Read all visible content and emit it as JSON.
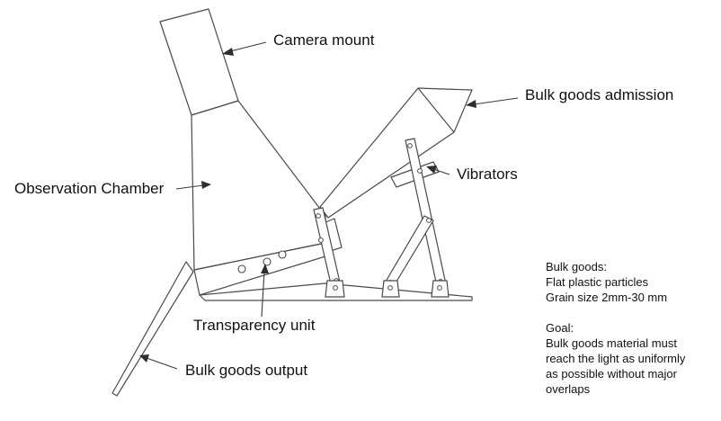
{
  "callouts": {
    "camera_mount": "Camera mount",
    "bulk_goods_admission": "Bulk goods admission",
    "vibrators": "Vibrators",
    "observation_chamber": "Observation Chamber",
    "transparency_unit": "Transparency unit",
    "bulk_goods_output": "Bulk goods output"
  },
  "notes": {
    "bulk_goods_heading": "Bulk goods:",
    "bulk_goods_lines": [
      "Flat plastic particles",
      "Grain size 2mm-30 mm"
    ],
    "goal_heading": "Goal:",
    "goal_lines": [
      "Bulk goods material must",
      "reach the light as uniformly",
      "as possible without major",
      "overlaps"
    ]
  },
  "colors": {
    "line": "#4a4a4a",
    "text": "#111111",
    "background": "#ffffff"
  }
}
